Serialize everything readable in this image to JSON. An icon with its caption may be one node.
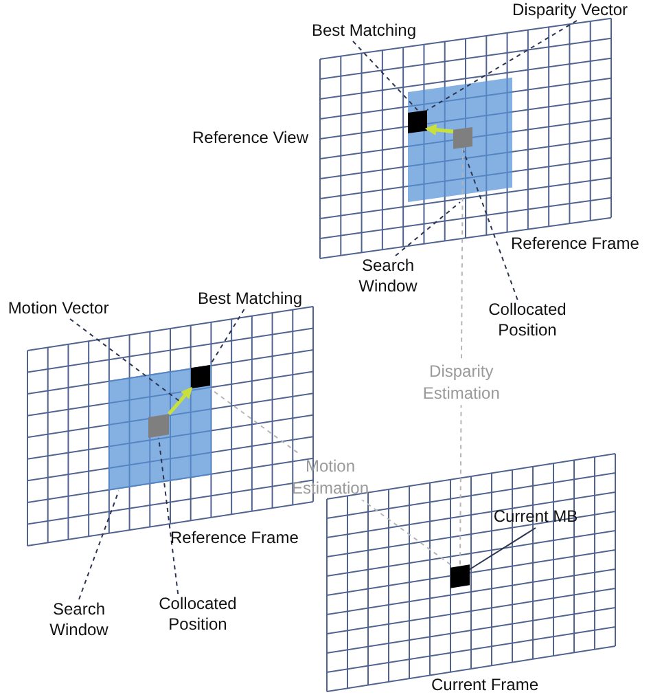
{
  "diagram": {
    "nodes": [
      {
        "text": [],
        "shape": "grid",
        "beside": [
          "Reference View",
          "Reference Frame"
        ]
      },
      {
        "text": [],
        "shape": "box",
        "in": 0
      },
      {
        "text": [],
        "shape": "box",
        "in": 1
      },
      {
        "text": [],
        "shape": "box",
        "in": 1
      },
      {
        "text": [
          "Best Matching"
        ]
      },
      {
        "text": [
          "Disparity Vector"
        ]
      },
      {
        "text": [
          "Search Window"
        ]
      },
      {
        "text": [
          "Collocated Position"
        ]
      },
      {
        "text": [],
        "shape": "grid",
        "beside": [
          "Reference Frame"
        ]
      },
      {
        "text": [],
        "shape": "box",
        "in": 8
      },
      {
        "text": [],
        "shape": "box",
        "in": 9
      },
      {
        "text": [],
        "shape": "box",
        "in": 9
      },
      {
        "text": [
          "Motion Vector"
        ]
      },
      {
        "text": [
          "Best Matching"
        ]
      },
      {
        "text": [
          "Search Window"
        ]
      },
      {
        "text": [
          "Collocated Position"
        ]
      },
      {
        "text": [],
        "shape": "grid",
        "beside": [
          "Current Frame"
        ]
      },
      {
        "text": [],
        "shape": "box",
        "in": 16
      },
      {
        "text": [
          "Current MB"
        ],
        "in": 16
      }
    ],
    "edges": [
      {
        "from": 3,
        "to": 2,
        "arrow": "to",
        "style": "thick",
        "color": "#c9e03c"
      },
      {
        "from": 4,
        "to": 2,
        "arrow": "none",
        "style": "dashed"
      },
      {
        "from": 5,
        "to": 2,
        "arrow": "none",
        "style": "dashed"
      },
      {
        "from": 6,
        "to": 1,
        "arrow": "none",
        "style": "dashed"
      },
      {
        "from": 7,
        "to": 3,
        "arrow": "none",
        "style": "dashed"
      },
      {
        "from": 11,
        "to": 10,
        "arrow": "to",
        "style": "thick",
        "color": "#c9e03c"
      },
      {
        "from": 12,
        "to": null,
        "arrow": "none",
        "style": "dashed"
      },
      {
        "from": 13,
        "to": 10,
        "arrow": "none",
        "style": "dashed"
      },
      {
        "from": 14,
        "to": 9,
        "arrow": "none",
        "style": "dashed"
      },
      {
        "from": 15,
        "to": 11,
        "arrow": "none",
        "style": "dashed"
      },
      {
        "from": 17,
        "to": 3,
        "arrow": "none",
        "style": "dashed",
        "color": "#b5b5b5",
        "label": "Disparity Estimation"
      },
      {
        "from": 17,
        "to": 10,
        "arrow": "none",
        "style": "dashed",
        "color": "#b5b5b5",
        "label": "Motion Estimation"
      },
      {
        "from": 18,
        "to": 17,
        "arrow": "none"
      }
    ]
  }
}
